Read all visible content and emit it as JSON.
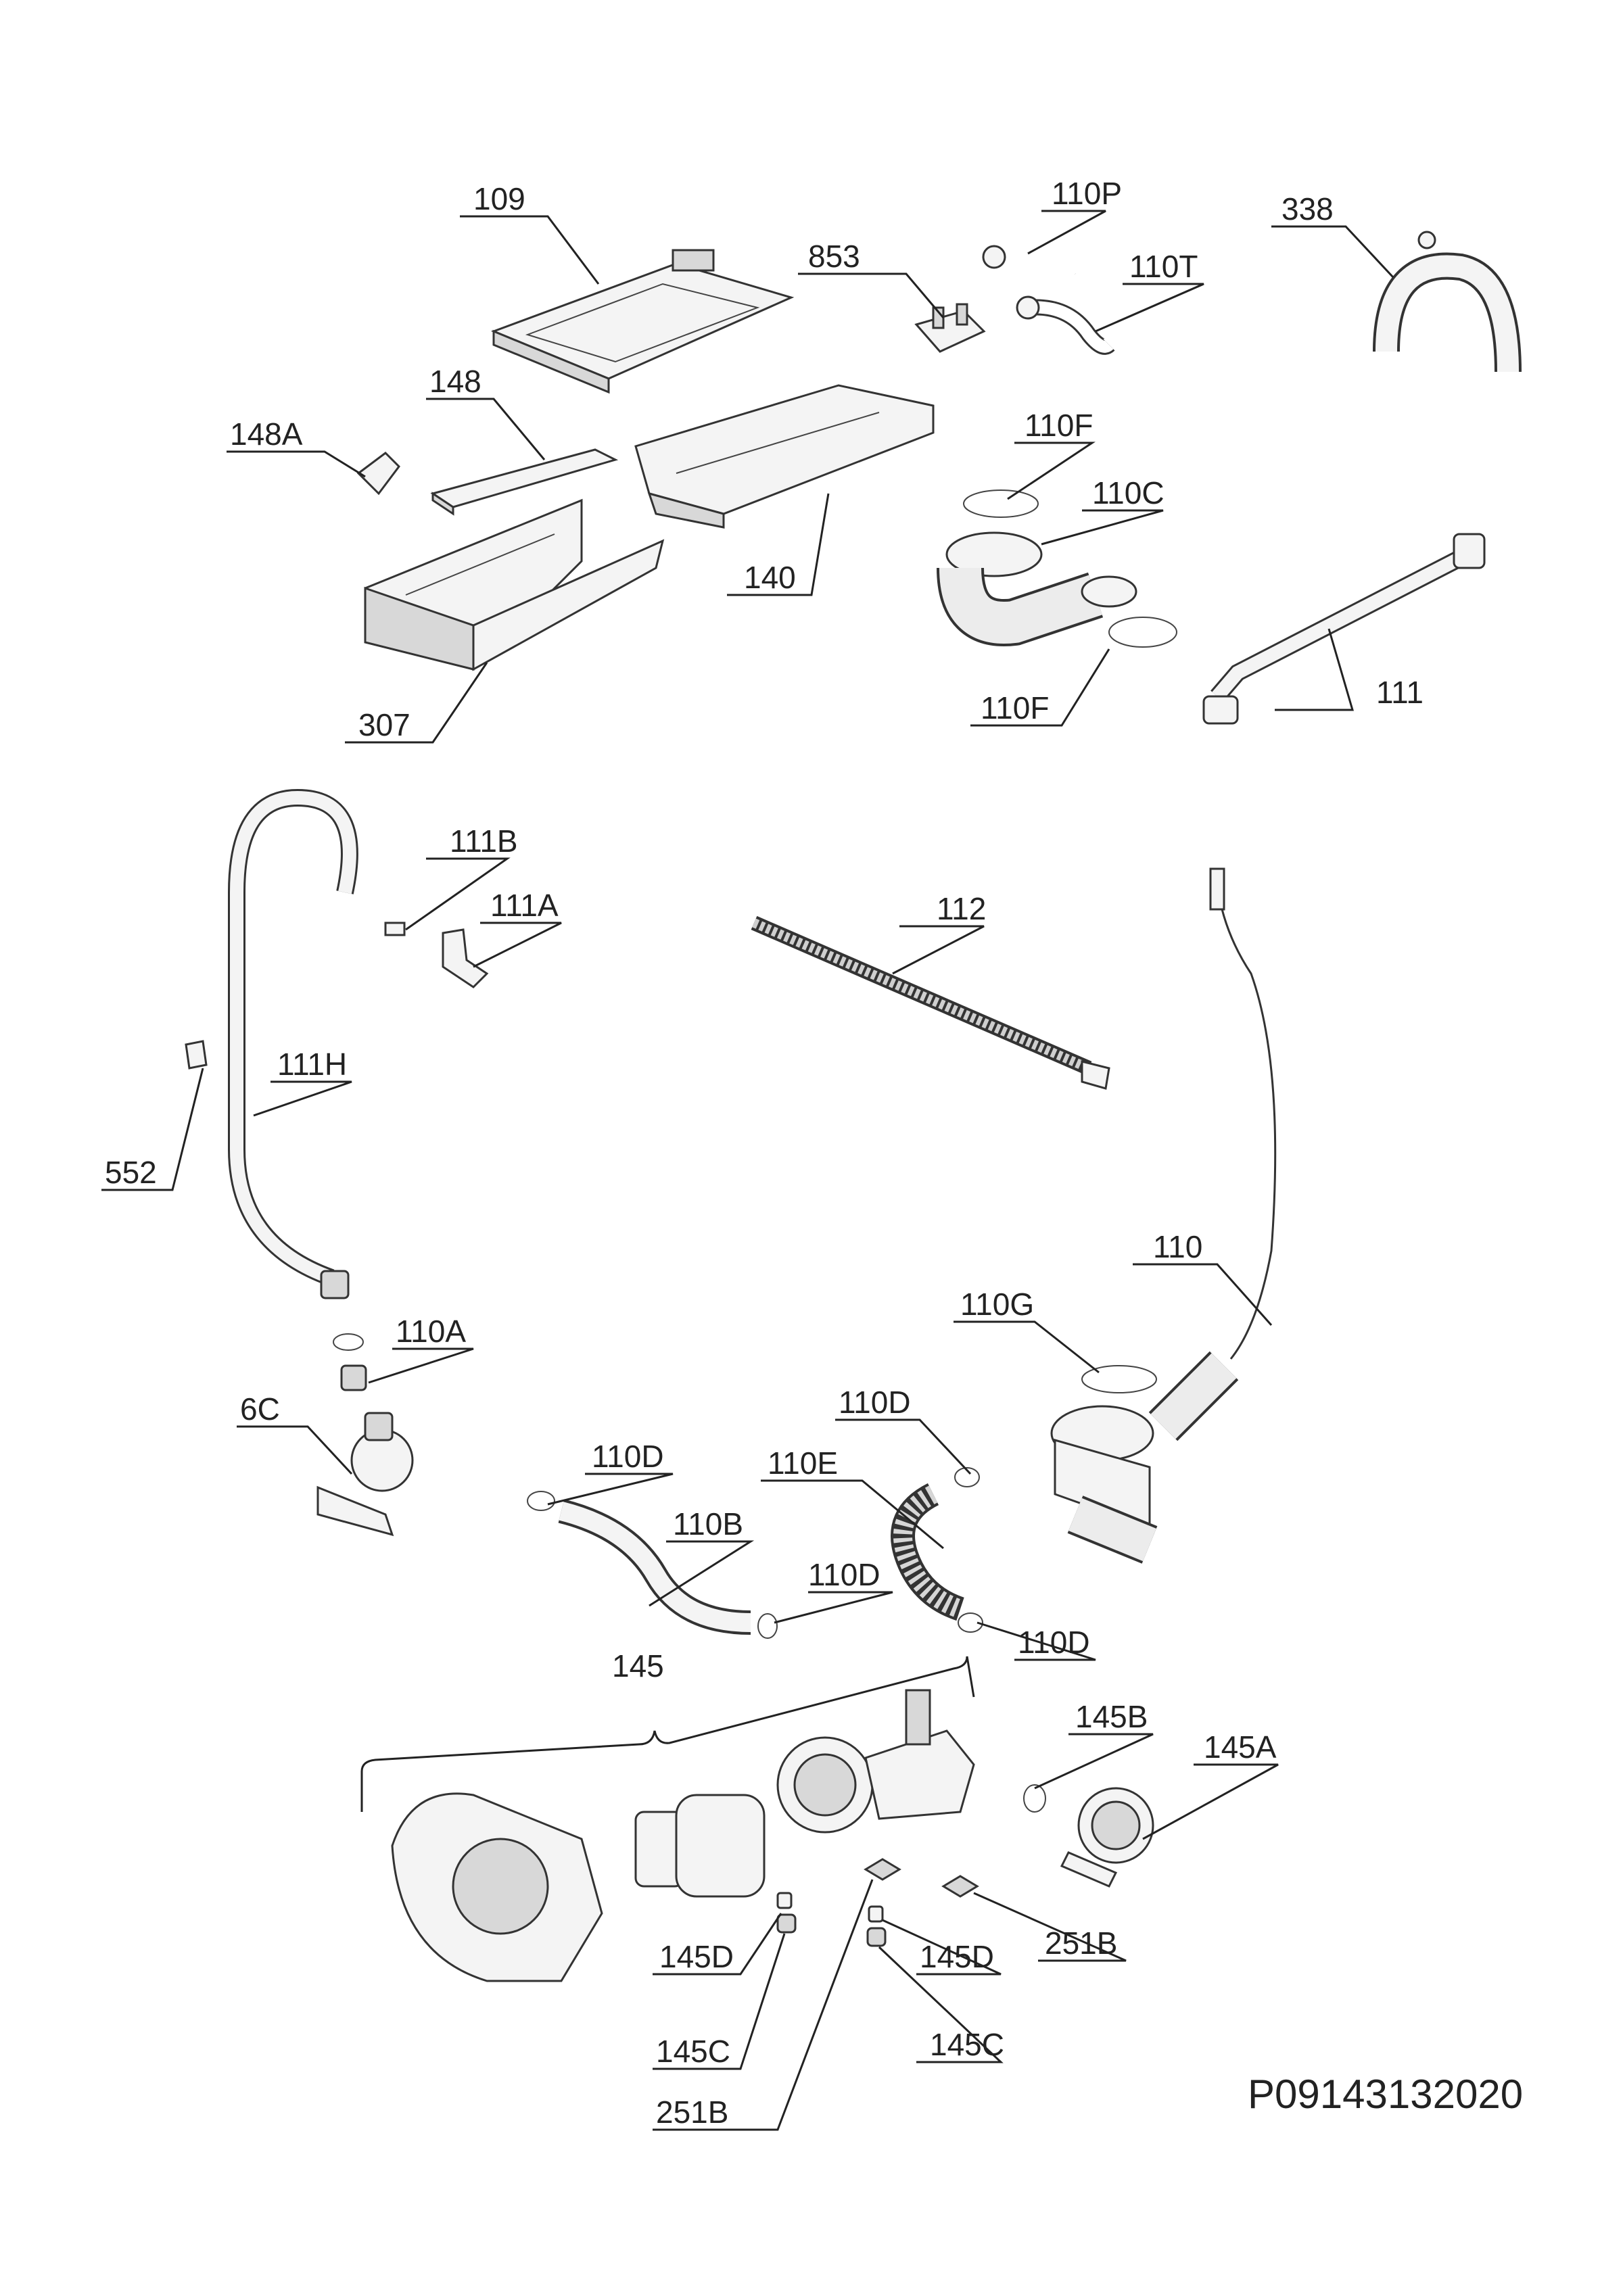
{
  "diagram": {
    "reference_code": "P09143132020",
    "labels": [
      {
        "id": "109",
        "text": "109"
      },
      {
        "id": "853",
        "text": "853"
      },
      {
        "id": "110P",
        "text": "110P"
      },
      {
        "id": "110T",
        "text": "110T"
      },
      {
        "id": "338",
        "text": "338"
      },
      {
        "id": "148",
        "text": "148"
      },
      {
        "id": "148A",
        "text": "148A"
      },
      {
        "id": "110F_top",
        "text": "110F"
      },
      {
        "id": "110C",
        "text": "110C"
      },
      {
        "id": "140",
        "text": "140"
      },
      {
        "id": "110F_bottom",
        "text": "110F"
      },
      {
        "id": "111",
        "text": "111"
      },
      {
        "id": "307",
        "text": "307"
      },
      {
        "id": "111B",
        "text": "111B"
      },
      {
        "id": "111A",
        "text": "111A"
      },
      {
        "id": "112",
        "text": "112"
      },
      {
        "id": "111H",
        "text": "111H"
      },
      {
        "id": "552",
        "text": "552"
      },
      {
        "id": "110",
        "text": "110"
      },
      {
        "id": "110G",
        "text": "110G"
      },
      {
        "id": "110A",
        "text": "110A"
      },
      {
        "id": "6C",
        "text": "6C"
      },
      {
        "id": "110D_a",
        "text": "110D"
      },
      {
        "id": "110D_b",
        "text": "110D"
      },
      {
        "id": "110E",
        "text": "110E"
      },
      {
        "id": "110B",
        "text": "110B"
      },
      {
        "id": "110D_c",
        "text": "110D"
      },
      {
        "id": "110D_d",
        "text": "110D"
      },
      {
        "id": "145",
        "text": "145"
      },
      {
        "id": "145B",
        "text": "145B"
      },
      {
        "id": "145A",
        "text": "145A"
      },
      {
        "id": "145D_a",
        "text": "145D"
      },
      {
        "id": "145D_b",
        "text": "145D"
      },
      {
        "id": "251B_a",
        "text": "251B"
      },
      {
        "id": "145C_a",
        "text": "145C"
      },
      {
        "id": "145C_b",
        "text": "145C"
      },
      {
        "id": "251B_b",
        "text": "251B"
      }
    ]
  }
}
